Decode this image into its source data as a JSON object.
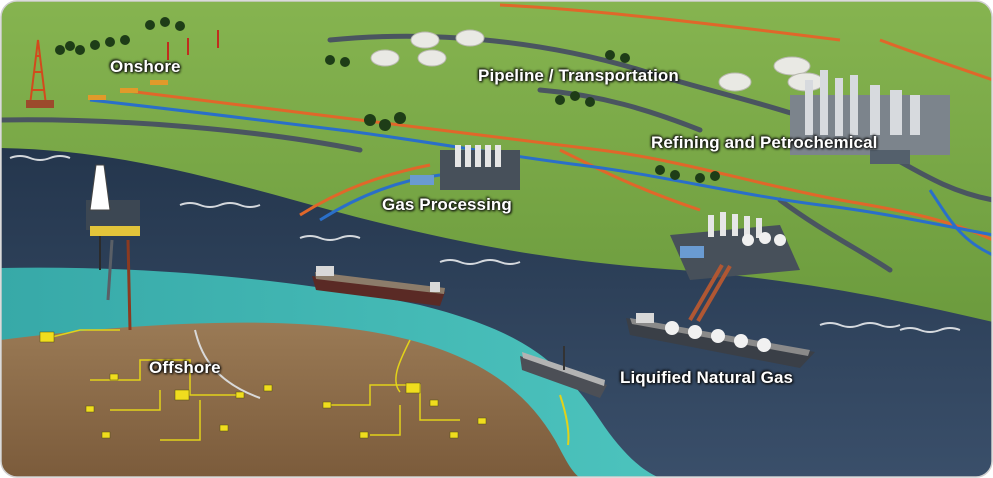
{
  "labels": {
    "onshore": "Onshore",
    "pipeline": "Pipeline / Transportation",
    "refining": "Refining and Petrochemical",
    "gas_processing": "Gas Processing",
    "offshore": "Offshore",
    "lng": "Liquified Natural Gas"
  },
  "colors": {
    "land": "#6e9e3c",
    "sea": "#2b3d55",
    "shallow_water": "#3fb7b4",
    "seabed": "#8a6a47",
    "pipe_orange": "#e0672a",
    "pipe_blue": "#2a6fc9",
    "subsea_line": "#e2d21a"
  },
  "icons": [
    "drilling-rig-icon",
    "pump-jack-icon",
    "storage-tank-icon",
    "refinery-icon",
    "tanker-ship-icon",
    "lng-carrier-icon",
    "offshore-platform-icon",
    "subsea-wellhead-icon",
    "tree-icon"
  ]
}
